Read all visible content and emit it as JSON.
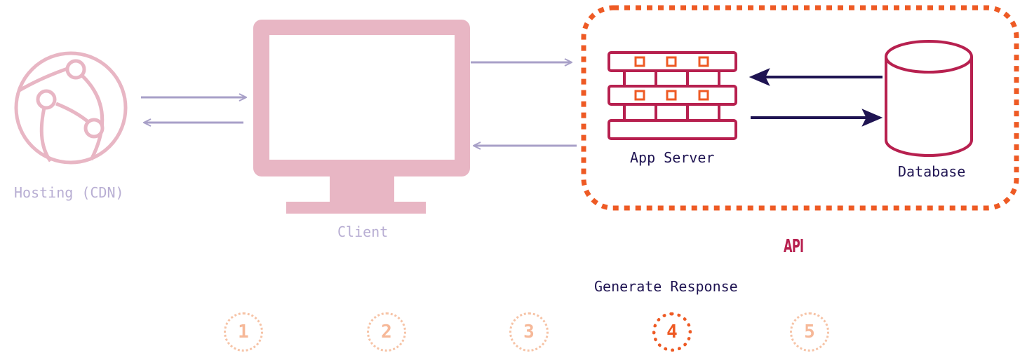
{
  "nodes": {
    "hosting": {
      "label": "Hosting (CDN)",
      "icon": "globe-network-icon"
    },
    "client": {
      "label": "Client",
      "icon": "monitor-icon"
    },
    "app_server": {
      "label": "App Server",
      "icon": "firewall-server-icon"
    },
    "database": {
      "label": "Database",
      "icon": "database-cylinder-icon"
    }
  },
  "group": {
    "label": "API"
  },
  "step_caption": "Generate Response",
  "steps": [
    {
      "label": "1",
      "active": false
    },
    {
      "label": "2",
      "active": false
    },
    {
      "label": "3",
      "active": false
    },
    {
      "label": "4",
      "active": true
    },
    {
      "label": "5",
      "active": false
    }
  ],
  "colors": {
    "faded_pink": "#e8b6c4",
    "faded_arrow": "#a8a0c8",
    "crimson": "#b7204f",
    "orange": "#ee5a24",
    "navy": "#1f1452"
  }
}
